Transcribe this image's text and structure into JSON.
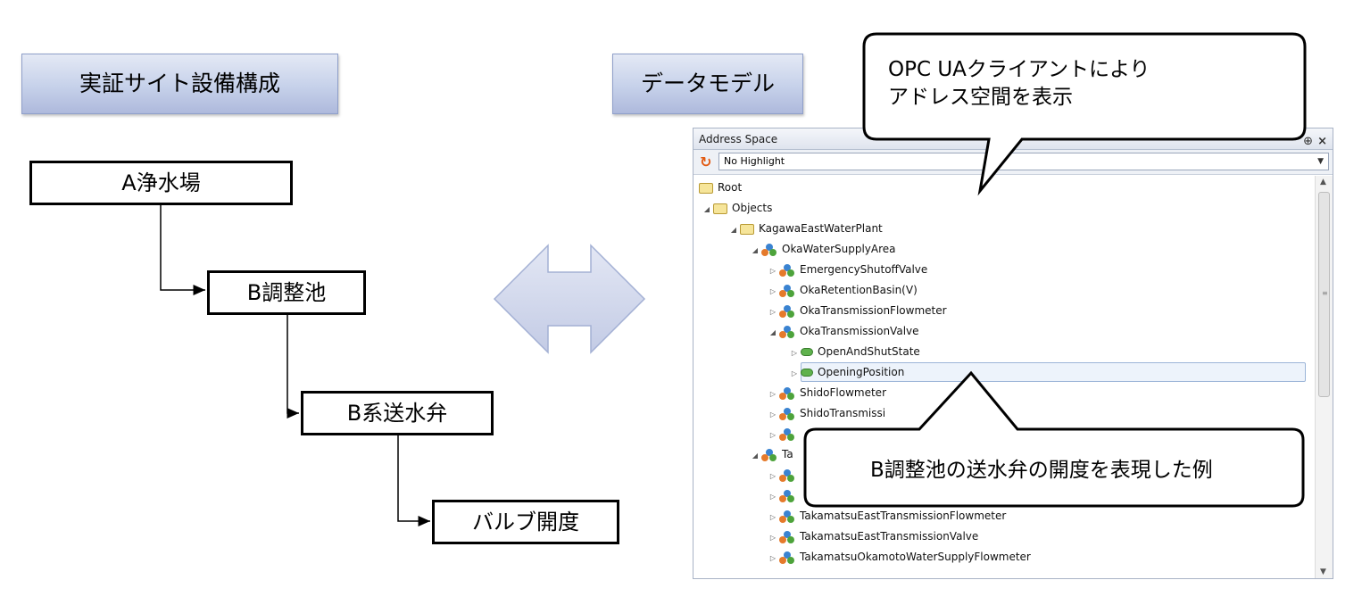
{
  "left_panel": {
    "title": "実証サイト設備構成",
    "hierarchy": [
      "A浄水場",
      "B調整池",
      "B系送水弁",
      "バルブ開度"
    ]
  },
  "right_panel": {
    "title": "データモデル"
  },
  "callouts": {
    "top_line1": "OPC UAクライアントにより",
    "top_line2": "アドレス空間を表示",
    "bottom": "B調整池の送水弁の開度を表現した例"
  },
  "address_space": {
    "title": "Address Space",
    "pin_glyph": "⊕",
    "close_glyph": "×",
    "highlight_selected": "No Highlight",
    "tree": [
      {
        "label": "Root",
        "icon": "folder-icon",
        "expander": ""
      },
      {
        "label": "Objects",
        "icon": "folder-icon",
        "expander": "◢"
      },
      {
        "label": "KagawaEastWaterPlant",
        "icon": "folder-icon",
        "expander": "◢"
      },
      {
        "label": "OkaWaterSupplyArea",
        "icon": "object-icon",
        "expander": "◢"
      },
      {
        "label": "EmergencyShutoffValve",
        "icon": "object-icon",
        "expander": "▷"
      },
      {
        "label": "OkaRetentionBasin(V)",
        "icon": "object-icon",
        "expander": "▷"
      },
      {
        "label": "OkaTransmissionFlowmeter",
        "icon": "object-icon",
        "expander": "▷"
      },
      {
        "label": "OkaTransmissionValve",
        "icon": "object-icon",
        "expander": "◢"
      },
      {
        "label": "OpenAndShutState",
        "icon": "variable-icon",
        "expander": "▷"
      },
      {
        "label": "OpeningPosition",
        "icon": "variable-icon",
        "expander": "▷"
      },
      {
        "label": "ShidoFlowmeter",
        "icon": "object-icon",
        "expander": "▷"
      },
      {
        "label": "ShidoTransmissi",
        "icon": "object-icon",
        "expander": "▷"
      },
      {
        "label": "",
        "icon": "object-icon",
        "expander": "▷"
      },
      {
        "label": "Ta",
        "icon": "object-icon",
        "expander": "◢"
      },
      {
        "label": "",
        "icon": "object-icon",
        "expander": "▷"
      },
      {
        "label": "",
        "icon": "object-icon",
        "expander": "▷"
      },
      {
        "label": "TakamatsuEastTransmissionFlowmeter",
        "icon": "object-icon",
        "expander": "▷"
      },
      {
        "label": "TakamatsuEastTransmissionValve",
        "icon": "object-icon",
        "expander": "▷"
      },
      {
        "label": "TakamatsuOkamotoWaterSupplyFlowmeter",
        "icon": "object-icon",
        "expander": "▷"
      }
    ]
  },
  "colors": {
    "plaque": "#c6d1ea",
    "arrow_fill": "#d3d9ec",
    "arrow_stroke": "#a3b0d4",
    "refresh_icon": "#e25a12"
  }
}
